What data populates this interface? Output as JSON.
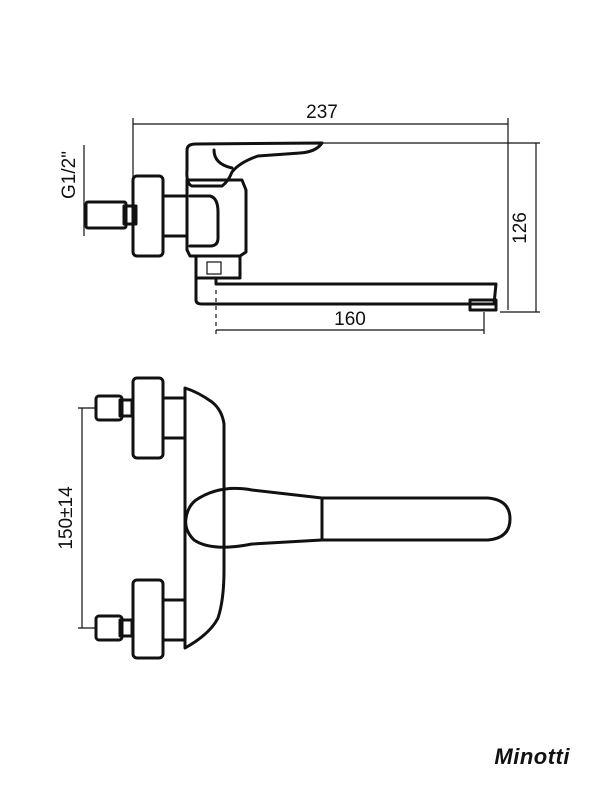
{
  "dimensions": {
    "overall_length": "237",
    "spout_reach": "160",
    "height": "126",
    "thread": "G1/2\"",
    "inlet_spacing": "150±14"
  },
  "brand": {
    "name": "Minotti"
  }
}
